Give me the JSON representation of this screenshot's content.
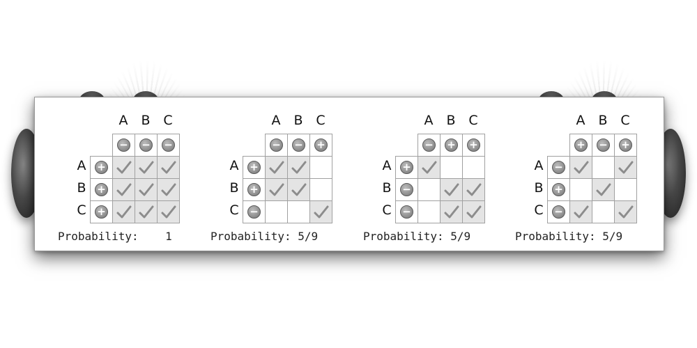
{
  "column_labels": [
    "A",
    "B",
    "C"
  ],
  "row_labels": [
    "A",
    "B",
    "C"
  ],
  "icons": {
    "plus": "plus-circle-icon",
    "minus": "minus-circle-icon",
    "check": "checkmark-icon"
  },
  "sign_glyphs": {
    "plus": "+",
    "minus": "−"
  },
  "colors": {
    "shaded_cell": "#e4e4e4",
    "border": "#a0a0a0"
  },
  "probability_label": "Probability:",
  "tables": [
    {
      "col_signs": [
        "minus",
        "minus",
        "minus"
      ],
      "row_signs": [
        "plus",
        "plus",
        "plus"
      ],
      "checks": [
        [
          true,
          true,
          true
        ],
        [
          true,
          true,
          true
        ],
        [
          true,
          true,
          true
        ]
      ],
      "probability": "1"
    },
    {
      "col_signs": [
        "minus",
        "minus",
        "plus"
      ],
      "row_signs": [
        "plus",
        "plus",
        "minus"
      ],
      "checks": [
        [
          true,
          true,
          false
        ],
        [
          true,
          true,
          false
        ],
        [
          false,
          false,
          true
        ]
      ],
      "probability": "5/9"
    },
    {
      "col_signs": [
        "minus",
        "plus",
        "plus"
      ],
      "row_signs": [
        "plus",
        "minus",
        "minus"
      ],
      "checks": [
        [
          true,
          false,
          false
        ],
        [
          false,
          true,
          true
        ],
        [
          false,
          true,
          true
        ]
      ],
      "probability": "5/9"
    },
    {
      "col_signs": [
        "plus",
        "minus",
        "plus"
      ],
      "row_signs": [
        "minus",
        "plus",
        "minus"
      ],
      "checks": [
        [
          true,
          false,
          true
        ],
        [
          false,
          true,
          false
        ],
        [
          true,
          false,
          true
        ]
      ],
      "probability": "5/9"
    }
  ]
}
